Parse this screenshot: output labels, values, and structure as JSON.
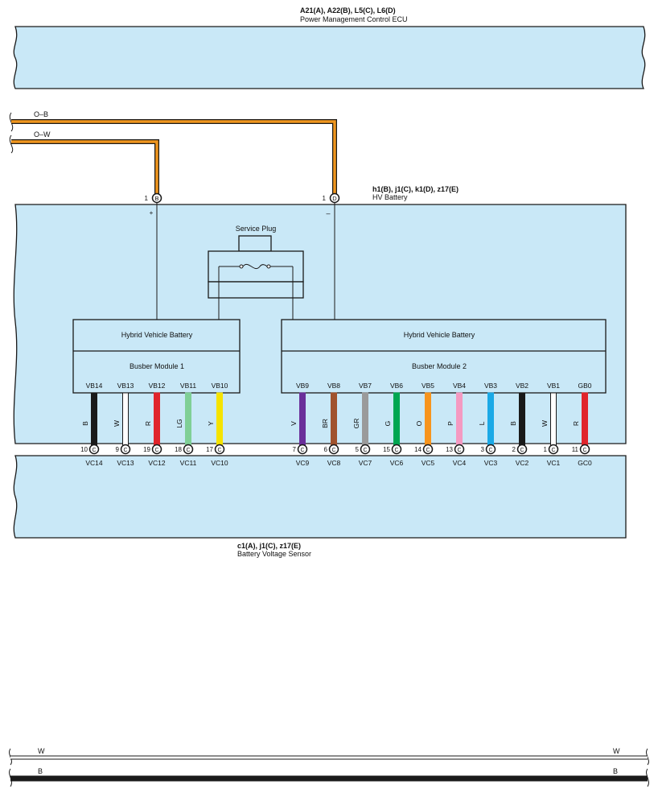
{
  "ecu": {
    "connectors": "A21(A), A22(B), L5(C), L6(D)",
    "name": "Power Management Control ECU"
  },
  "battery_component": {
    "connectors": "h1(B), j1(C), k1(D), z17(E)",
    "name": "HV Battery"
  },
  "sensor": {
    "connectors": "c1(A), j1(C), z17(E)",
    "name": "Battery Voltage Sensor"
  },
  "power_wires": [
    {
      "code": "O–B",
      "pin": "1",
      "connector": "D",
      "terminal": "–"
    },
    {
      "code": "O–W",
      "pin": "1",
      "connector": "B",
      "terminal": "+"
    }
  ],
  "service_plug": {
    "label": "Service Plug"
  },
  "modules": [
    {
      "title": "Hybrid Vehicle Battery",
      "subtitle": "Busber Module 1"
    },
    {
      "title": "Hybrid Vehicle Battery",
      "subtitle": "Busber Module 2"
    }
  ],
  "terminals": [
    {
      "module_pin": "VB14",
      "wire_color": "B",
      "hex": "#1a1a1a",
      "pin": "10",
      "connector": "C",
      "sensor_pin": "VC14"
    },
    {
      "module_pin": "VB13",
      "wire_color": "W",
      "hex": "#ffffff",
      "pin": "9",
      "connector": "C",
      "sensor_pin": "VC13"
    },
    {
      "module_pin": "VB12",
      "wire_color": "R",
      "hex": "#e0242b",
      "pin": "19",
      "connector": "C",
      "sensor_pin": "VC12"
    },
    {
      "module_pin": "VB11",
      "wire_color": "LG",
      "hex": "#7fcf96",
      "pin": "18",
      "connector": "C",
      "sensor_pin": "VC11"
    },
    {
      "module_pin": "VB10",
      "wire_color": "Y",
      "hex": "#f5e300",
      "pin": "17",
      "connector": "C",
      "sensor_pin": "VC10"
    },
    {
      "module_pin": "VB9",
      "wire_color": "V",
      "hex": "#6a2f9a",
      "pin": "7",
      "connector": "C",
      "sensor_pin": "VC9"
    },
    {
      "module_pin": "VB8",
      "wire_color": "BR",
      "hex": "#a0522d",
      "pin": "6",
      "connector": "C",
      "sensor_pin": "VC8"
    },
    {
      "module_pin": "VB7",
      "wire_color": "GR",
      "hex": "#9a9a9a",
      "pin": "5",
      "connector": "C",
      "sensor_pin": "VC7"
    },
    {
      "module_pin": "VB6",
      "wire_color": "G",
      "hex": "#00a651",
      "pin": "15",
      "connector": "C",
      "sensor_pin": "VC6"
    },
    {
      "module_pin": "VB5",
      "wire_color": "O",
      "hex": "#f7941d",
      "pin": "14",
      "connector": "C",
      "sensor_pin": "VC5"
    },
    {
      "module_pin": "VB4",
      "wire_color": "P",
      "hex": "#f49ac2",
      "pin": "13",
      "connector": "C",
      "sensor_pin": "VC4"
    },
    {
      "module_pin": "VB3",
      "wire_color": "L",
      "hex": "#1ba9e6",
      "pin": "3",
      "connector": "C",
      "sensor_pin": "VC3"
    },
    {
      "module_pin": "VB2",
      "wire_color": "B",
      "hex": "#1a1a1a",
      "pin": "2",
      "connector": "C",
      "sensor_pin": "VC2"
    },
    {
      "module_pin": "VB1",
      "wire_color": "W",
      "hex": "#ffffff",
      "pin": "1",
      "connector": "C",
      "sensor_pin": "VC1"
    },
    {
      "module_pin": "GB0",
      "wire_color": "R",
      "hex": "#e0242b",
      "pin": "11",
      "connector": "C",
      "sensor_pin": "GC0"
    }
  ],
  "ground_wires": [
    {
      "code": "W",
      "hex": "#ffffff"
    },
    {
      "code": "B",
      "hex": "#1a1a1a"
    }
  ],
  "colors": {
    "component_fill": "#c9e8f7",
    "power_wire": "#f0961e",
    "line": "#1a1a1a"
  }
}
